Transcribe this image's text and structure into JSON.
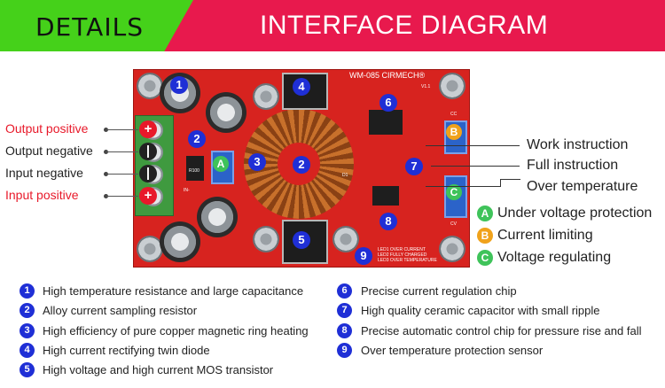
{
  "header": {
    "left_label": "DETAILS",
    "title": "INTERFACE DIAGRAM",
    "left_color": "#45d11a",
    "right_color": "#e8194d"
  },
  "board": {
    "model_text": "WM-085 CIRMECH®",
    "version_text": "V1.1",
    "resistor_text": "R100",
    "diode_text": "D1",
    "in_minus_text": "IN-",
    "cc_text": "CC",
    "cv_text": "CV",
    "led_legend": [
      "LED1 OVER CURRENT",
      "LED2 FULLY CHARGED",
      "LED3 OVER TEMPERATURE"
    ],
    "component_markers": [
      "1",
      "2",
      "3",
      "4",
      "5",
      "6",
      "7",
      "8",
      "9"
    ],
    "letter_markers": [
      "A",
      "B",
      "C"
    ]
  },
  "terminals": [
    {
      "label": "Output positive",
      "symbol": "+",
      "color": "red"
    },
    {
      "label": "Output negative",
      "symbol": "|",
      "color": "dark"
    },
    {
      "label": "Input negative",
      "symbol": "|",
      "color": "dark"
    },
    {
      "label": "Input positive",
      "symbol": "+",
      "color": "red"
    }
  ],
  "instructions": [
    "Work instruction",
    "Full instruction",
    "Over temperature"
  ],
  "adjusters": [
    {
      "letter": "A",
      "label": "Under voltage protection"
    },
    {
      "letter": "B",
      "label": "Current limiting"
    },
    {
      "letter": "C",
      "label": "Voltage regulating"
    }
  ],
  "features": [
    {
      "num": "1",
      "text": "High temperature resistance and large capacitance"
    },
    {
      "num": "2",
      "text": "Alloy current sampling resistor"
    },
    {
      "num": "3",
      "text": "High efficiency of pure copper magnetic ring heating"
    },
    {
      "num": "4",
      "text": "High current rectifying twin diode"
    },
    {
      "num": "5",
      "text": "High voltage and high current MOS transistor"
    },
    {
      "num": "6",
      "text": "Precise current regulation chip"
    },
    {
      "num": "7",
      "text": "High quality ceramic capacitor with small ripple"
    },
    {
      "num": "8",
      "text": "Precise automatic control chip for pressure rise and fall"
    },
    {
      "num": "9",
      "text": "Over temperature protection sensor"
    }
  ],
  "colors": {
    "board": "#d7231f",
    "marker": "#1f2fd6",
    "red_text": "#e8192a",
    "badge_green": "#3fc35a",
    "badge_orange": "#f0a21b"
  }
}
